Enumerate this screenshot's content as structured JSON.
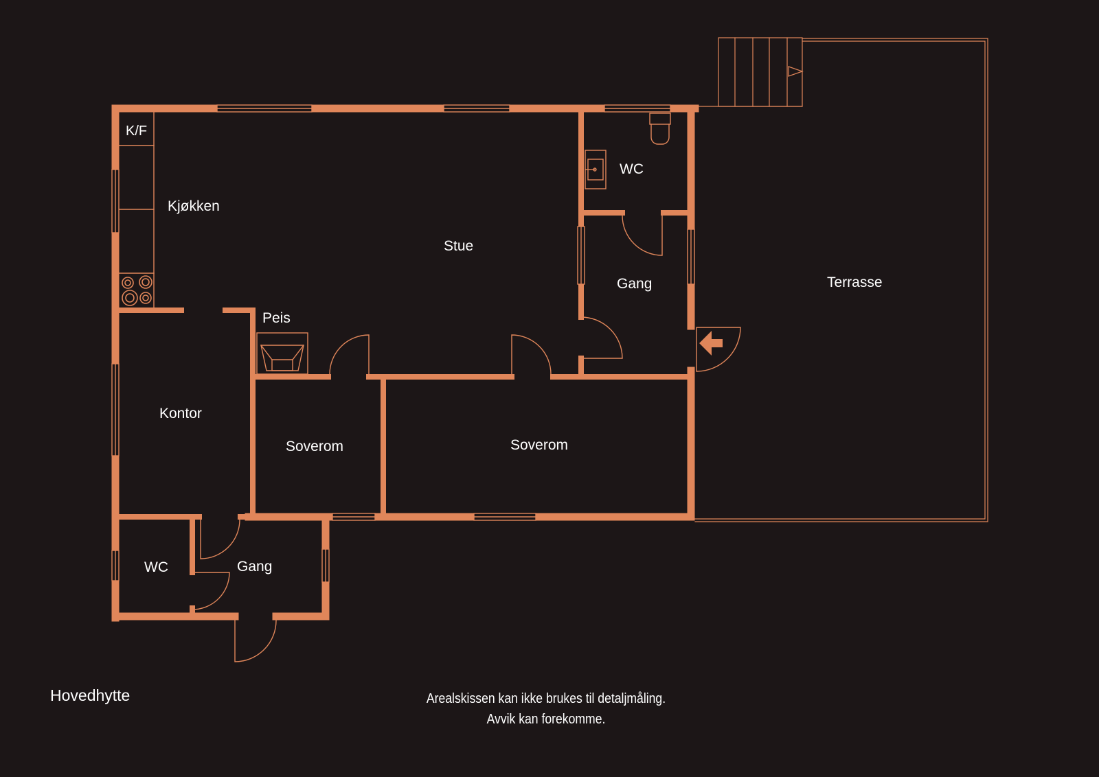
{
  "plan": {
    "title": "Hovedhytte",
    "disclaimer": [
      "Arealskissen kan ikke brukes til detaljmåling.",
      "Avvik kan forekomme."
    ]
  },
  "rooms": {
    "kf": "K/F",
    "kjokken": "Kjøkken",
    "stue": "Stue",
    "wc_upper": "WC",
    "gang_upper": "Gang",
    "terrasse": "Terrasse",
    "peis": "Peis",
    "kontor": "Kontor",
    "soverom_left": "Soverom",
    "soverom_right": "Soverom",
    "wc_lower": "WC",
    "gang_lower": "Gang"
  },
  "colors": {
    "background": "#1c1617",
    "wall": "#e0865a",
    "text": "#ffffff"
  },
  "icons": {
    "stove": "stove-icon",
    "fireplace": "fireplace-icon",
    "toilet": "toilet-icon",
    "sink": "sink-icon",
    "entrance": "entrance-arrow-icon",
    "stairs": "stairs-icon"
  }
}
